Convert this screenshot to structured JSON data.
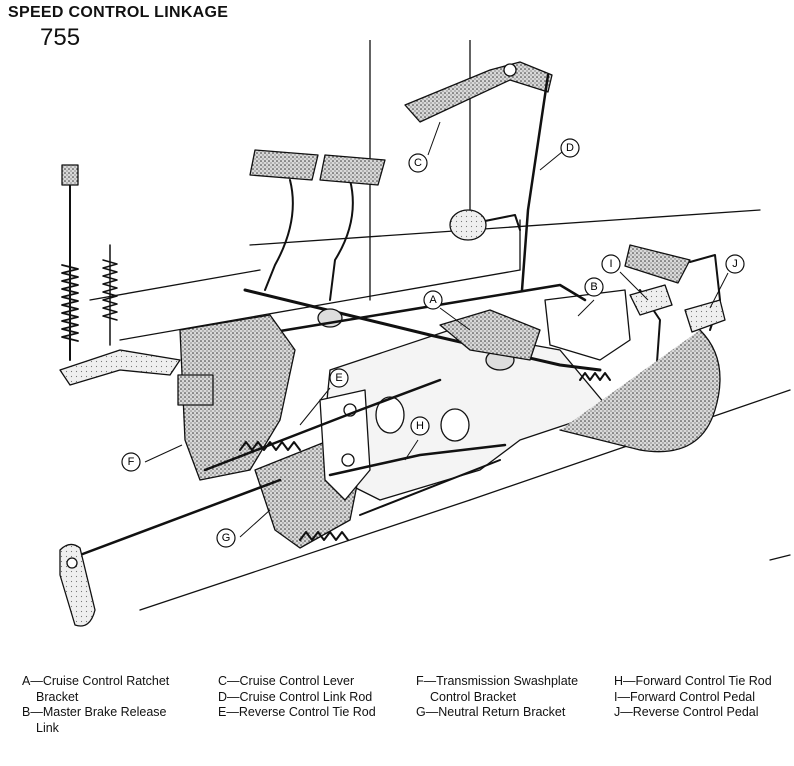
{
  "header": {
    "title": "SPEED CONTROL LINKAGE",
    "model": "755"
  },
  "callouts": [
    {
      "id": "A"
    },
    {
      "id": "B"
    },
    {
      "id": "C"
    },
    {
      "id": "D"
    },
    {
      "id": "E"
    },
    {
      "id": "F"
    },
    {
      "id": "G"
    },
    {
      "id": "H"
    },
    {
      "id": "I"
    },
    {
      "id": "J"
    }
  ],
  "legend": [
    {
      "line1": "A—Cruise Control Ratchet",
      "line2": "Bracket"
    },
    {
      "line1": "B—Master Brake Release",
      "line2": "Link"
    },
    {
      "line1": "C—Cruise Control Lever",
      "line2": ""
    },
    {
      "line1": "D—Cruise Control Link Rod",
      "line2": ""
    },
    {
      "line1": "E—Reverse Control Tie Rod",
      "line2": ""
    },
    {
      "line1": "F—Transmission Swashplate",
      "line2": "Control Bracket"
    },
    {
      "line1": "G—Neutral Return Bracket",
      "line2": ""
    },
    {
      "line1": "H—Forward Control Tie Rod",
      "line2": ""
    },
    {
      "line1": "I—Forward Control Pedal",
      "line2": ""
    },
    {
      "line1": "J—Reverse Control Pedal",
      "line2": ""
    }
  ]
}
